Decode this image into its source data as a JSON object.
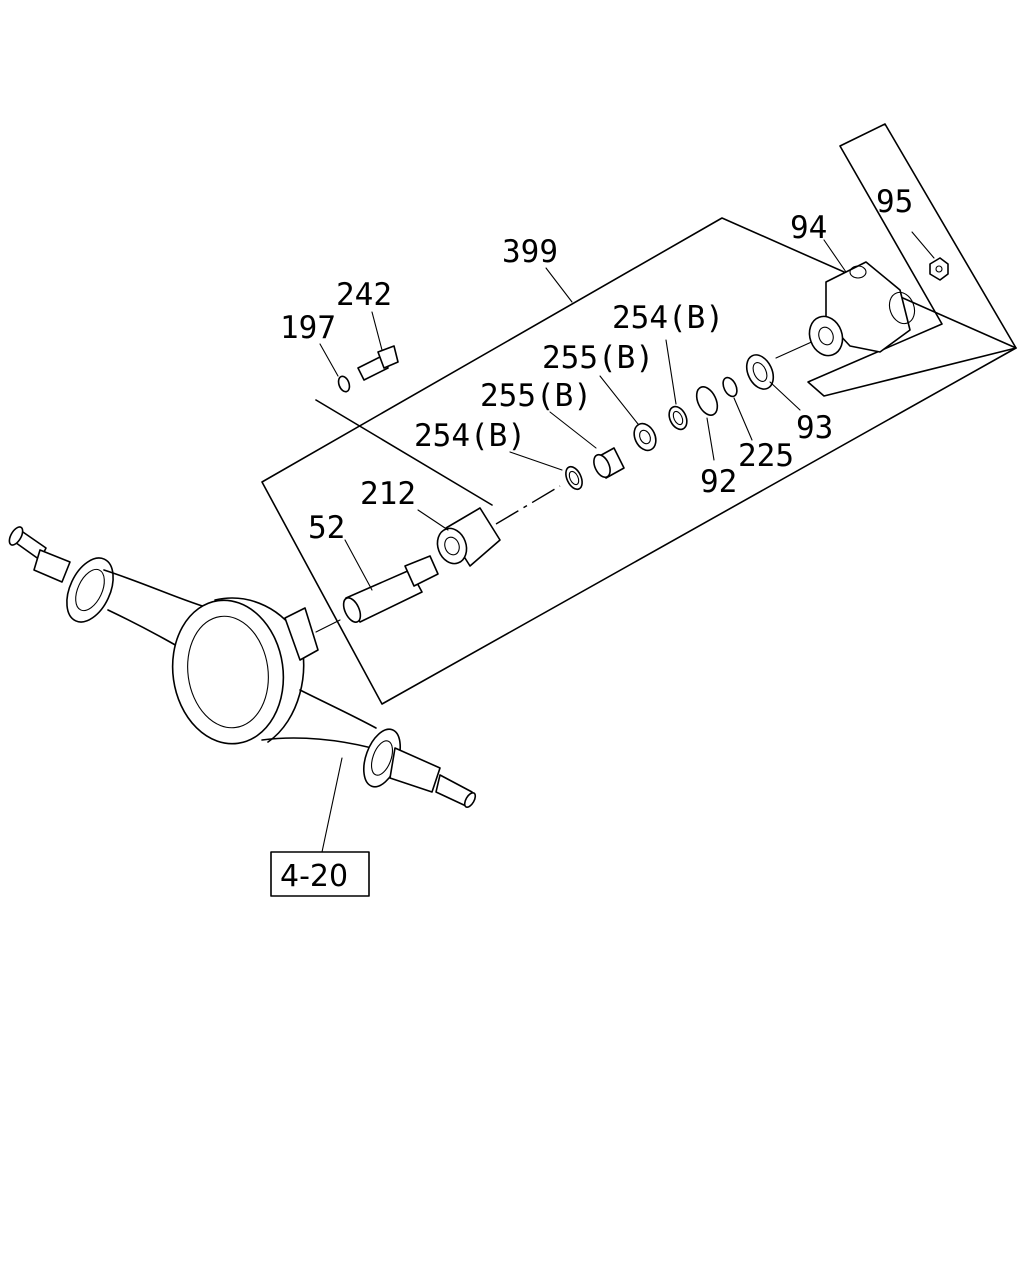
{
  "callouts": {
    "c399": "399",
    "c242": "242",
    "c197": "197",
    "c254b_top": "254(B)",
    "c255b_upper": "255(B)",
    "c255b_lower": "255(B)",
    "c254b_lower": "254(B)",
    "c212": "212",
    "c52": "52",
    "c94": "94",
    "c95": "95",
    "c93": "93",
    "c225": "225",
    "c92": "92"
  },
  "reference": {
    "label": "4-20"
  },
  "colors": {
    "line": "#000000",
    "background": "#ffffff"
  }
}
